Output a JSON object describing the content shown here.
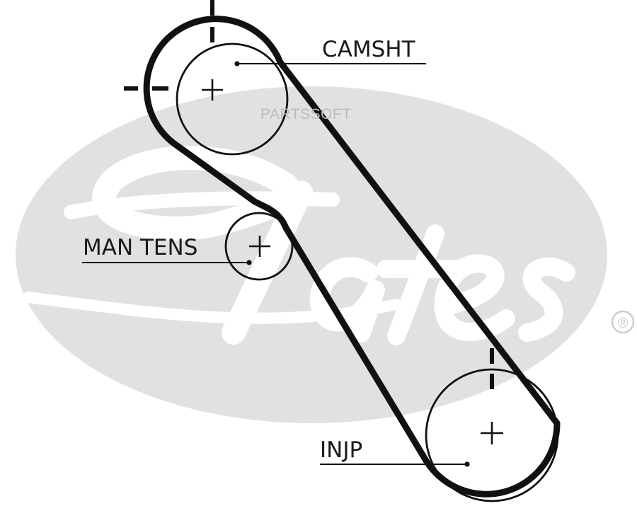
{
  "labels": {
    "camshaft": "CAMSHT",
    "tensioner": "MAN TENS",
    "injection_pump": "INJP"
  },
  "watermark": "PARTSSOFT",
  "logo": {
    "brand_text": "Gates",
    "registered_mark": "®"
  },
  "colors": {
    "belt": "#111111",
    "logo_gray": "#e1e1e1",
    "label_text": "#1a1a1a",
    "watermark_text": "#bcbcbc"
  }
}
